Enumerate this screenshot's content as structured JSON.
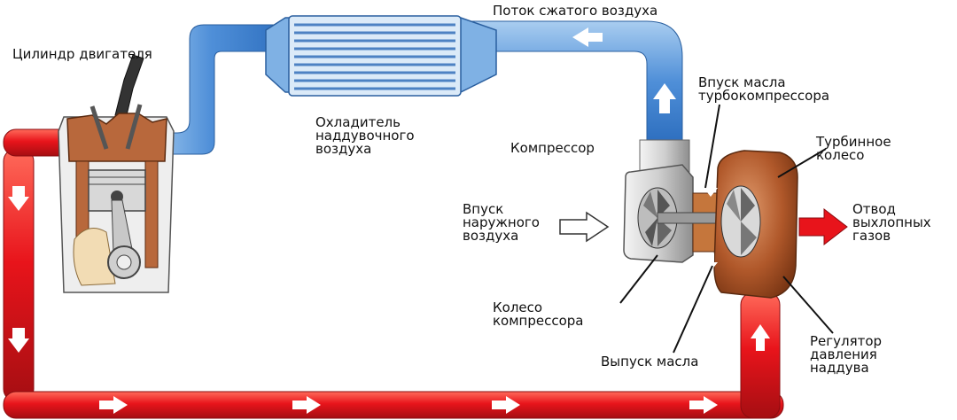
{
  "labels": {
    "engine_cylinder": "Цилиндр двигателя",
    "compressed_air_flow": "Поток сжатого воздуха",
    "intercooler": "Охладитель\nнаддувочного\nвоздуха",
    "turbo_oil_inlet": "Впуск масла\nтурбокомпрессора",
    "compressor": "Компрессор",
    "turbine_wheel": "Турбинное\nколесо",
    "outside_air_inlet": "Впуск\nнаружного\nвоздуха",
    "exhaust_outlet": "Отвод\nвыхлопных\nгазов",
    "compressor_wheel": "Колесо\nкомпрессора",
    "boost_regulator": "Регулятор\nдавления\nнаддува",
    "oil_outlet": "Выпуск масла"
  },
  "colors": {
    "exhaust_pipe": "#e8141b",
    "exhaust_pipe_dark": "#a50e12",
    "intake_pipe": "#4f8fd8",
    "intake_pipe_light": "#a9cdf0",
    "turbine_housing": "#b0582a",
    "compressor_housing": "#c8c8c8",
    "engine_block": "#b8683c"
  }
}
